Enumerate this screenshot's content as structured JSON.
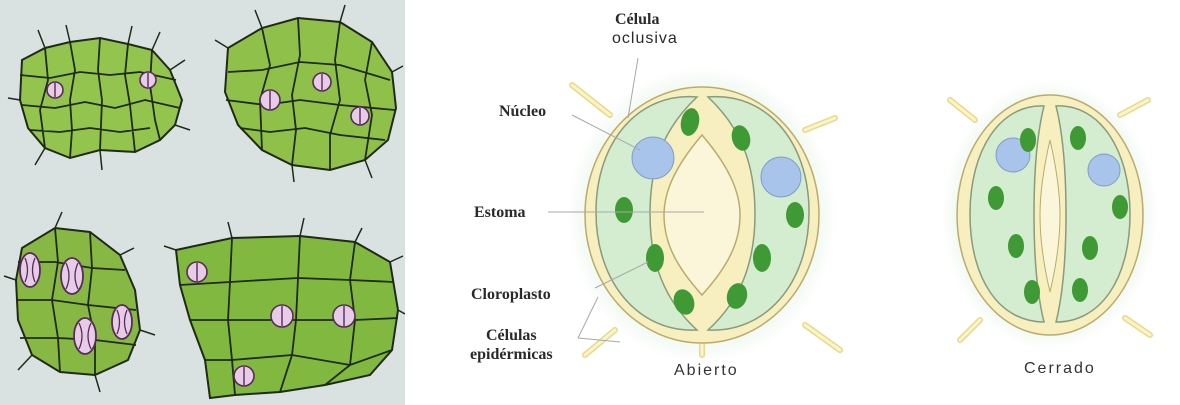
{
  "labels": {
    "guard_cell_line1": "Célula",
    "guard_cell_line2": "oclusiva",
    "nucleus": "Núcleo",
    "stoma": "Estoma",
    "chloroplast": "Cloroplasto",
    "epidermal_line1": "Células",
    "epidermal_line2": "epidérmicas"
  },
  "captions": {
    "open": "Abierto",
    "closed": "Cerrado"
  },
  "colors": {
    "cell_green": "#8cc04a",
    "guard_fill": "#d4ecd0",
    "wall_yellow": "#f6ecb5",
    "chloroplast": "#3f9a35",
    "nucleus": "#a9c4ea"
  }
}
